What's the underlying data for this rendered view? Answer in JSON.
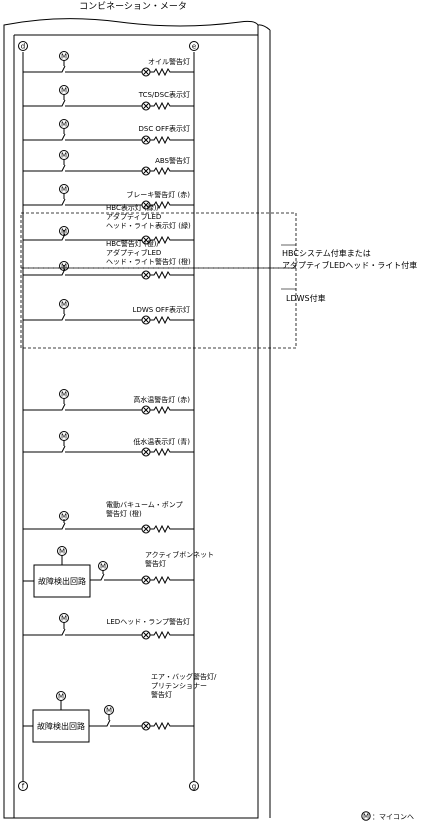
{
  "title": "コンビネーション・メータ",
  "nodes": {
    "top_left": "d",
    "top_right": "e",
    "bottom_left": "f",
    "bottom_right": "g"
  },
  "motor_symbol": "M",
  "indicators": [
    {
      "label": "オイル警告灯"
    },
    {
      "label": "TCS/DSC表示灯"
    },
    {
      "label": "DSC OFF表示灯"
    },
    {
      "label": "ABS警告灯"
    },
    {
      "label": "ブレーキ警告灯 (赤)"
    },
    {
      "label": "HBC表示灯 (緑)/\nアダプティブLED\nヘッド・ライト表示灯 (緑)"
    },
    {
      "label": "HBC警告灯 (橙)/\nアダプティブLED\nヘッド・ライト警告灯 (橙)"
    },
    {
      "label": "LDWS OFF表示灯"
    },
    {
      "label": "高水温警告灯 (赤)"
    },
    {
      "label": "低水温表示灯 (青)"
    },
    {
      "label": "電動バキューム・ポンプ\n警告灯 (橙)"
    },
    {
      "label": "アクティブボンネット\n警告灯"
    },
    {
      "label": "LEDヘッド・ランプ警告灯"
    },
    {
      "label": "エア・バッグ警告灯/\nプリテンショナー\n警告灯"
    }
  ],
  "fault_circuit_label": "故障検出回路",
  "side_notes": {
    "hbc": "HBCシステム付車または\nアダプティブLEDヘッド・ライト付車",
    "ldws": "LDWS付車"
  },
  "legend": {
    "symbol": "M",
    "text": "：マイコンへ"
  }
}
